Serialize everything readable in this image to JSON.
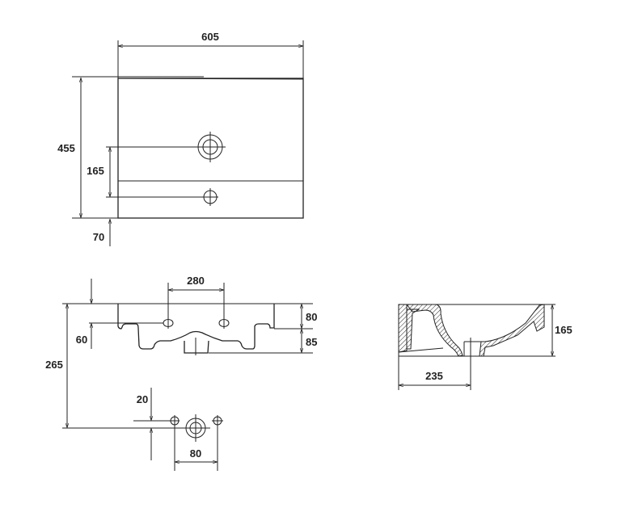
{
  "colors": {
    "line": "#222222",
    "background": "#ffffff"
  },
  "top_view": {
    "width": "605",
    "depth": "455",
    "tap_hole_offset": "165",
    "overflow_offset": "70"
  },
  "front_view": {
    "tap_hole_spacing": "280",
    "tap_hole_height": "60",
    "total_height": "265",
    "rim_height": "80",
    "bowl_depth": "85"
  },
  "waste_detail": {
    "offset": "20",
    "spacing": "80"
  },
  "section_view": {
    "height": "165",
    "drain_distance": "235"
  }
}
